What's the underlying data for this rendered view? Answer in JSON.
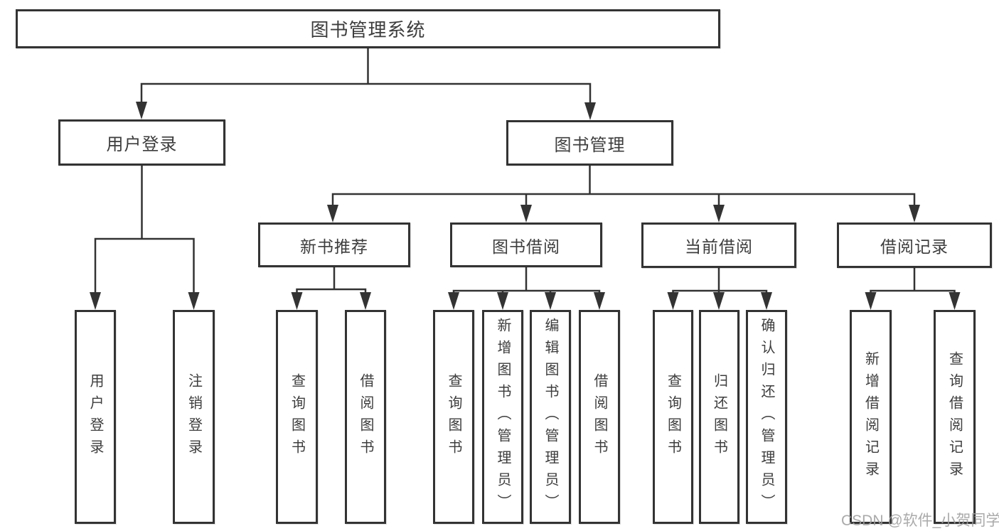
{
  "diagram_title": "图书管理系统",
  "colors": {
    "line": "#333333",
    "box_fill": "#ffffff",
    "text": "#3d3d3d",
    "watermark": "#9e9e9e"
  },
  "nodes": {
    "root": {
      "label": "图书管理系统"
    },
    "user_login": {
      "label": "用户登录"
    },
    "book_mgmt": {
      "label": "图书管理"
    },
    "new_book_rec": {
      "label": "新书推荐"
    },
    "book_borrow": {
      "label": "图书借阅"
    },
    "current_borrow": {
      "label": "当前借阅"
    },
    "borrow_records": {
      "label": "借阅记录"
    },
    "leaves": {
      "ul_user_login": {
        "label": "用户登录"
      },
      "ul_logout": {
        "label": "注销登录"
      },
      "nr_query_books": {
        "label": "查询图书"
      },
      "nr_borrow_books": {
        "label": "借阅图书"
      },
      "bb_query_books": {
        "label": "查询图书"
      },
      "bb_add_books_admin": {
        "label": "新增图书（管理员）"
      },
      "bb_edit_books_admin": {
        "label": "编辑图书（管理员）"
      },
      "bb_borrow_books": {
        "label": "借阅图书"
      },
      "cb_query_books": {
        "label": "查询图书"
      },
      "cb_return_books": {
        "label": "归还图书"
      },
      "cb_confirm_return_admin": {
        "label": "确认归还（管理员）"
      },
      "br_add_borrow_record": {
        "label": "新增借阅记录"
      },
      "br_query_borrow_record": {
        "label": "查询借阅记录"
      }
    }
  },
  "hierarchy": {
    "图书管理系统": {
      "用户登录": [
        "用户登录",
        "注销登录"
      ],
      "图书管理": {
        "新书推荐": [
          "查询图书",
          "借阅图书"
        ],
        "图书借阅": [
          "查询图书",
          "新增图书（管理员）",
          "编辑图书（管理员）",
          "借阅图书"
        ],
        "当前借阅": [
          "查询图书",
          "归还图书",
          "确认归还（管理员）"
        ],
        "借阅记录": [
          "新增借阅记录",
          "查询借阅记录"
        ]
      }
    }
  },
  "watermark": {
    "text": "CSDN @软件_小贺同学"
  }
}
